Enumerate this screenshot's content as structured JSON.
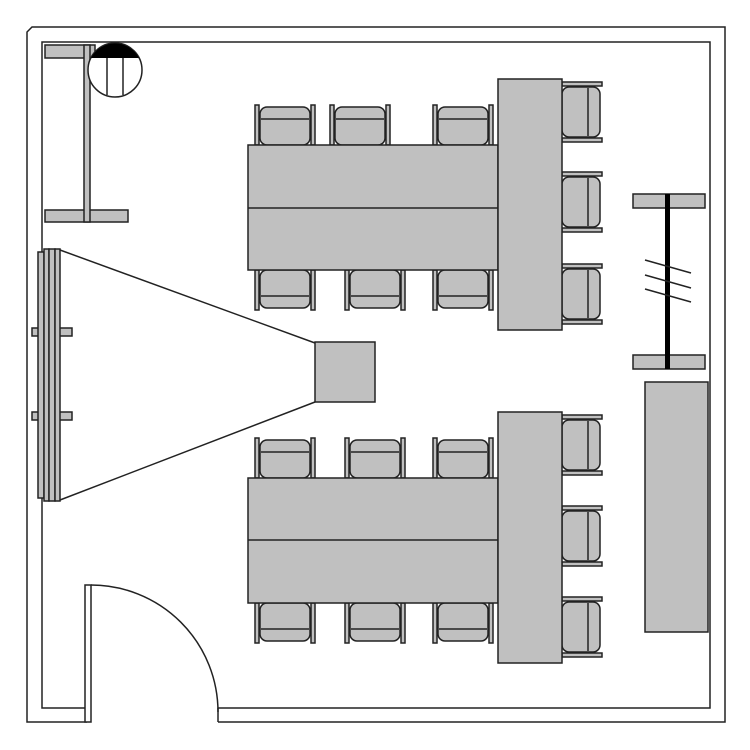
{
  "colors": {
    "furniture": "#c0c0c0",
    "line": "#222222",
    "background": "#ffffff"
  },
  "plan": {
    "table_groups": 2,
    "chairs_per_group": 9,
    "items": [
      "room-walls",
      "door",
      "coat-rack",
      "lamp",
      "projection-screen",
      "projector",
      "conference-table-top",
      "conference-table-bottom",
      "whiteboard-stand",
      "cabinet"
    ]
  }
}
